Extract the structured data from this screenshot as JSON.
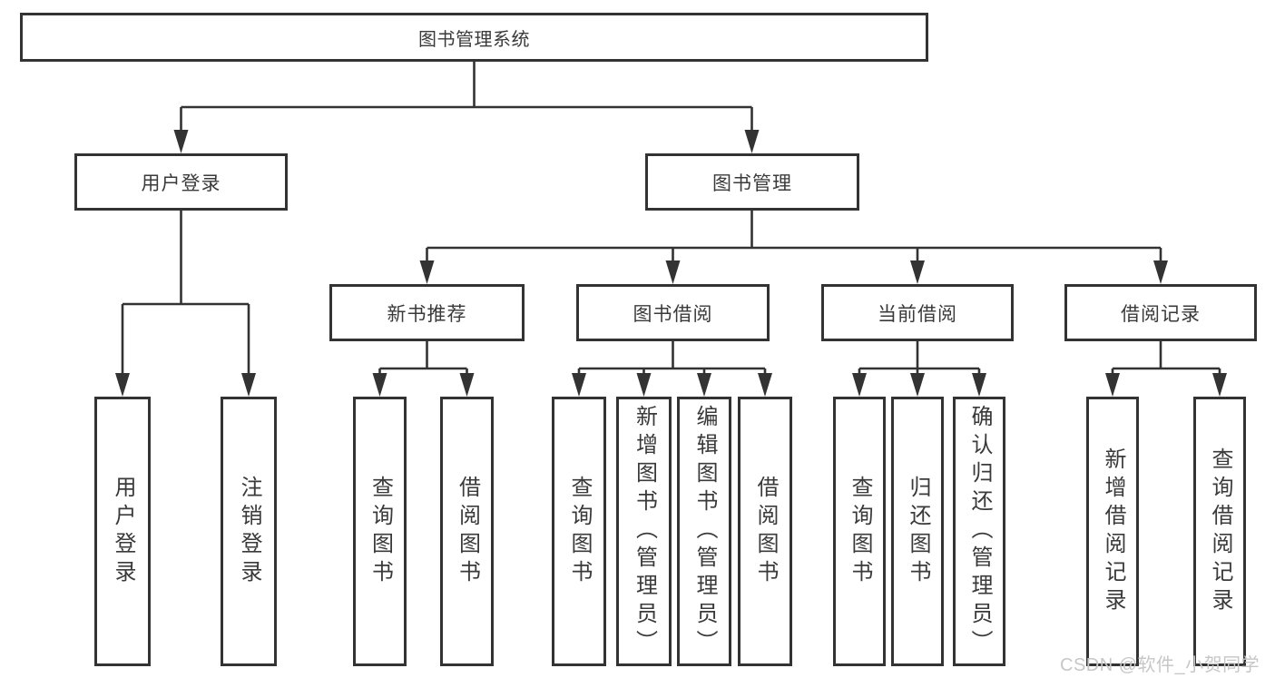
{
  "root": {
    "label": "图书管理系统"
  },
  "level2": {
    "user_login": {
      "label": "用户登录"
    },
    "book_mgmt": {
      "label": "图书管理"
    }
  },
  "level3": {
    "new_book_rec": {
      "label": "新书推荐"
    },
    "book_borrow": {
      "label": "图书借阅"
    },
    "current_borrow": {
      "label": "当前借阅"
    },
    "borrow_record": {
      "label": "借阅记录"
    }
  },
  "leaves": {
    "user_login_child_1": {
      "label": "用户登录"
    },
    "user_login_child_2": {
      "label": "注销登录"
    },
    "new_book_child_1": {
      "label": "查询图书"
    },
    "new_book_child_2": {
      "label": "借阅图书"
    },
    "borrow_child_1": {
      "label": "查询图书"
    },
    "borrow_child_2": {
      "label": "新增图书（管理员）"
    },
    "borrow_child_3": {
      "label": "编辑图书（管理员）"
    },
    "borrow_child_4": {
      "label": "借阅图书"
    },
    "current_child_1": {
      "label": "查询图书"
    },
    "current_child_2": {
      "label": "归还图书"
    },
    "current_child_3": {
      "label": "确认归还（管理员）"
    },
    "record_child_1": {
      "label": "新增借阅记录"
    },
    "record_child_2": {
      "label": "查询借阅记录"
    }
  },
  "watermark": {
    "text": "CSDN @软件_小贺同学"
  },
  "colors": {
    "line": "#333333",
    "border": "#333333",
    "text": "#3a3a3a",
    "background": "#ffffff",
    "watermark": "#c7c7c7"
  }
}
